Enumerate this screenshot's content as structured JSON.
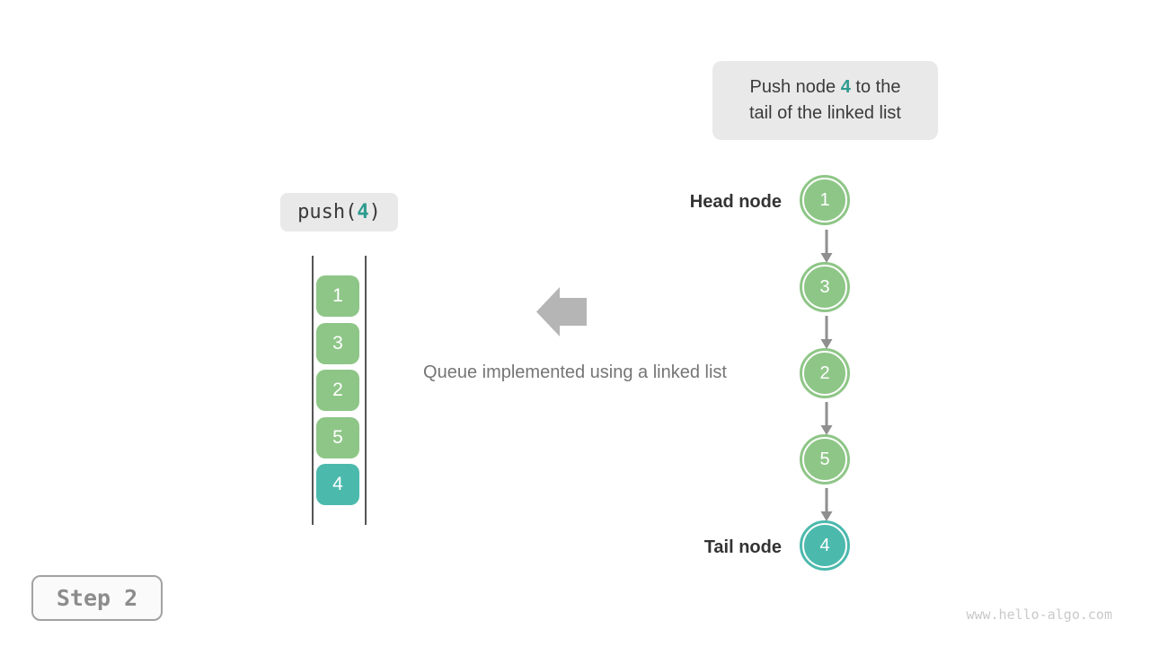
{
  "info_box": {
    "line1_before": "Push node ",
    "line1_value": "4",
    "line1_after": " to the",
    "line2": "tail of the linked list"
  },
  "operation": {
    "before": "push(",
    "value": "4",
    "after": ")"
  },
  "queue_stack": {
    "items": [
      {
        "value": "1",
        "color": "green"
      },
      {
        "value": "3",
        "color": "green"
      },
      {
        "value": "2",
        "color": "green"
      },
      {
        "value": "5",
        "color": "green"
      },
      {
        "value": "4",
        "color": "teal"
      }
    ]
  },
  "caption": "Queue implemented using a linked list",
  "linked_list": {
    "head_label": "Head node",
    "tail_label": "Tail node",
    "nodes": [
      {
        "value": "1",
        "color": "green"
      },
      {
        "value": "3",
        "color": "green"
      },
      {
        "value": "2",
        "color": "green"
      },
      {
        "value": "5",
        "color": "green"
      },
      {
        "value": "4",
        "color": "teal"
      }
    ]
  },
  "step_badge": "Step 2",
  "watermark": "www.hello-algo.com",
  "colors": {
    "node_green": "#8ec687",
    "node_teal": "#4cb9ad",
    "accent_text": "#2e9b8f",
    "label_bg": "#e9e9e9",
    "big_arrow_gray": "#b5b5b5",
    "connector_gray": "#8f8f8f"
  }
}
